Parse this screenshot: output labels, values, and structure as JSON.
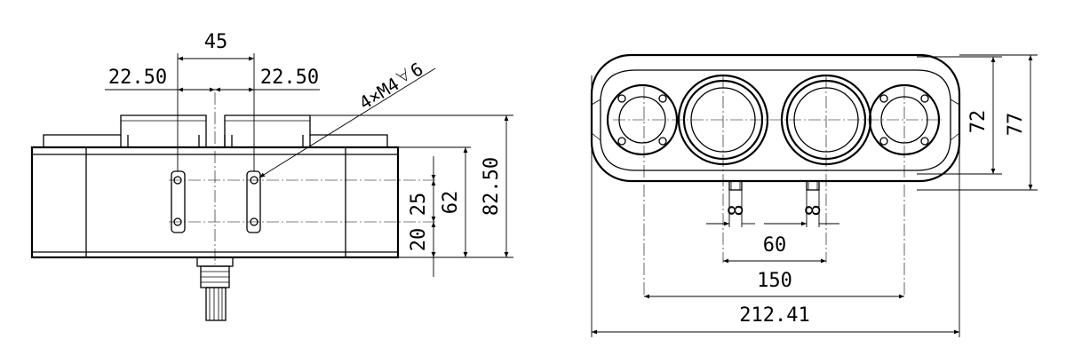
{
  "front_view": {
    "dim_hole_spacing": "45",
    "dim_half_left": "22.50",
    "dim_half_right": "22.50",
    "callout_thread": "4×M4",
    "callout_depth": "6",
    "dim_slot_height": "25",
    "dim_slot_bottom": "20",
    "dim_body_height": "62",
    "dim_total_height": "82.50"
  },
  "top_view": {
    "dim_height_inner": "72",
    "dim_height_outer": "77",
    "dim_pin_left": "8",
    "dim_pin_right": "8",
    "dim_pin_spacing": "60",
    "dim_outer_spacing": "150",
    "dim_total_width": "212.41"
  }
}
